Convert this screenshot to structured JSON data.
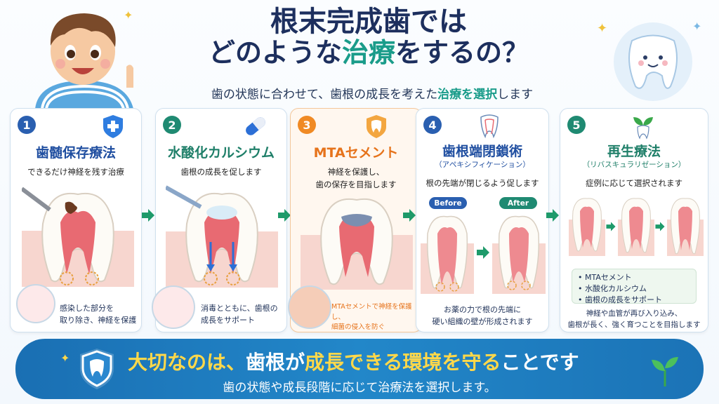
{
  "title": {
    "line1": "根末完成歯では",
    "line2_pre": "どのような",
    "line2_hl": "治療",
    "line2_post": "をするの？"
  },
  "subtitle": {
    "pre": "歯の状態に合わせて、歯根の成長を考えた",
    "hl": "治療を選択",
    "post": "します"
  },
  "cards": [
    {
      "num": "1",
      "title": "歯髄保存療法",
      "desc": "できるだけ神経を残す治療",
      "note": "感染した部分を\n取り除き、神経を保護",
      "icon": "shield-plus-icon"
    },
    {
      "num": "2",
      "title": "水酸化カルシウム",
      "desc": "歯根の成長を促します",
      "note": "消毒とともに、歯根の\n成長をサポート",
      "icon": "capsule-icon"
    },
    {
      "num": "3",
      "title": "MTAセメント",
      "desc": "神経を保護し、\n歯の保存を目指します",
      "note": "MTAセメントで神経を保護し、\n細菌の侵入を防ぐ",
      "icon": "tooth-shield-icon"
    },
    {
      "num": "4",
      "title": "歯根端閉鎖術",
      "sub": "（アペキシフィケーション）",
      "desc": "根の先端が閉じるよう促します",
      "before": "Before",
      "after": "After",
      "note": "お薬の力で根の先端に\n硬い組織の壁が形成されます",
      "icon": "tooth-root-icon"
    },
    {
      "num": "5",
      "title": "再生療法",
      "sub": "（リバスキュラリゼーション）",
      "desc": "症例に応じて選択されます",
      "list": [
        "• MTAセメント",
        "• 水酸化カルシウム",
        "• 歯根の成長をサポート"
      ],
      "note": "神経や血管が再び入り込み、\n歯根が長く、強く育つことを目指します",
      "icon": "sprout-tooth-icon"
    }
  ],
  "banner": {
    "line1_a": "大切なのは、",
    "line1_b": "歯根が",
    "line1_c": "成長できる環境を守る",
    "line1_d": "ことです",
    "line2": "歯の状態や成長段階に応じて治療法を選択します。"
  },
  "colors": {
    "accent": "#1a9c8a",
    "navy": "#1d2f5e",
    "orange": "#f08a24",
    "banner": "#1f7dc0"
  }
}
